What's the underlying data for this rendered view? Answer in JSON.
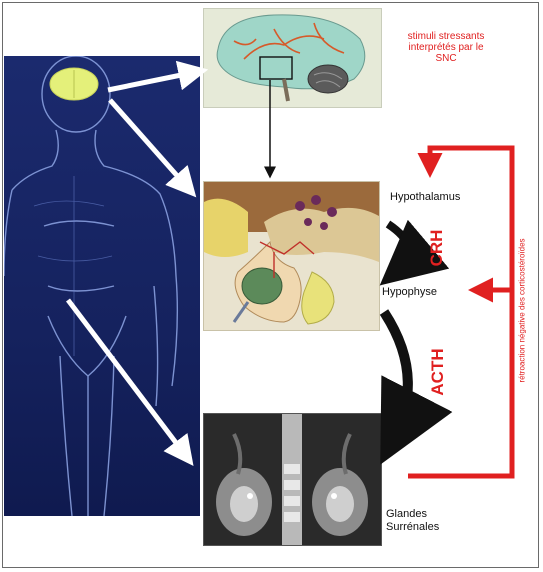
{
  "labels": {
    "stimuli": [
      "stimuli stressants",
      "interprétés par le",
      "SNC"
    ],
    "hypothalamus": "Hypothalamus",
    "hypophyse": "Hypophyse",
    "glandes": [
      "Glandes",
      "Surrénales"
    ],
    "crh": "CRH",
    "acth": "ACTH",
    "retroaction": "rétroaction négative des corticostéroïdes"
  },
  "colors": {
    "accent_red": "#e02020",
    "body_panel": "#1b2a6e",
    "brain_highlight": "#e4f07a",
    "white_arrow": "#ffffff",
    "curved_arrow": "#111111"
  },
  "icons": {
    "body": "human-body-figure",
    "brain": "brain-illustration",
    "pituitary": "pituitary-gland-illustration",
    "scan": "adrenal-mri-scan"
  }
}
